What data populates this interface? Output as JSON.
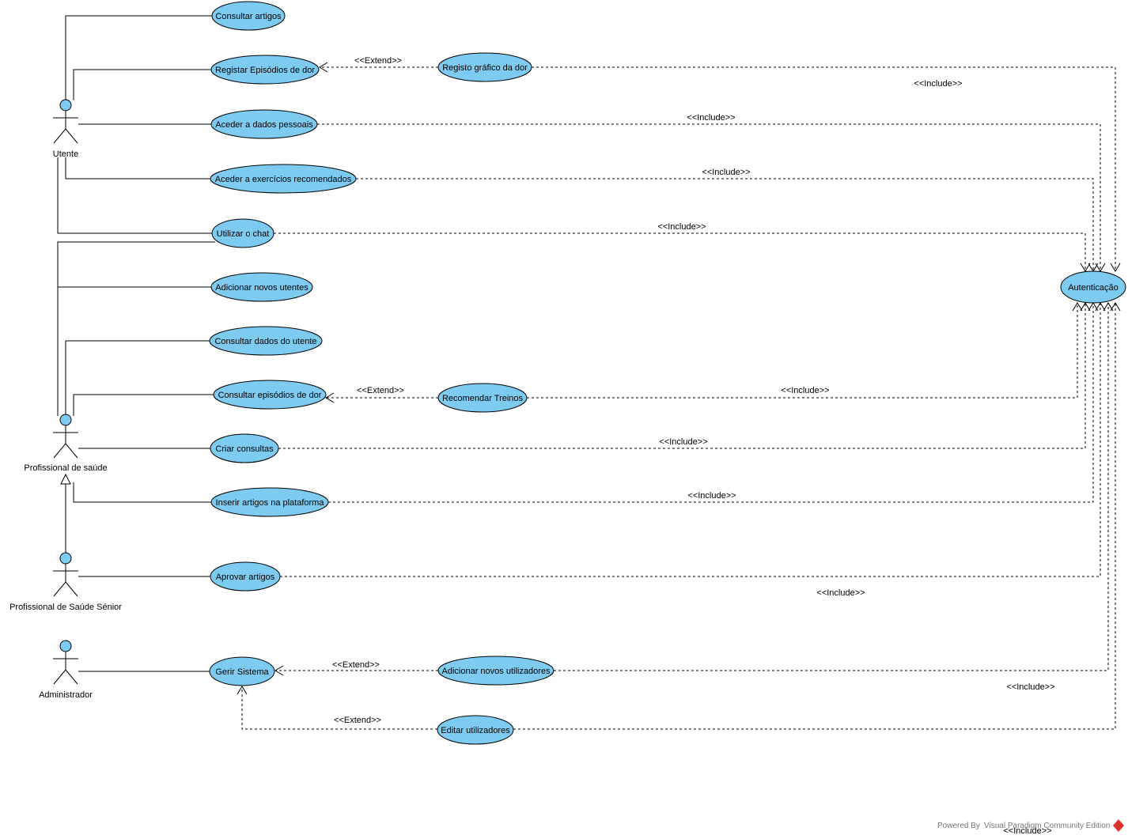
{
  "colors": {
    "usecase_fill": "#7ecbf2",
    "line": "#000000",
    "brand": "#d9332b"
  },
  "actors": [
    {
      "id": "utente",
      "label": "Utente"
    },
    {
      "id": "prof",
      "label": "Profissional de saúde"
    },
    {
      "id": "senior",
      "label": "Profissional de Saúde Sénior"
    },
    {
      "id": "admin",
      "label": "Administrador"
    }
  ],
  "usecases": [
    {
      "id": "consultar_artigos",
      "label": "Consultar artigos"
    },
    {
      "id": "registar_episodios",
      "label": "Registar Episódios de dor"
    },
    {
      "id": "registo_grafico",
      "label": "Registo gráfico da dor"
    },
    {
      "id": "aceder_dados",
      "label": "Aceder a dados pessoais"
    },
    {
      "id": "aceder_exercicios",
      "label": "Aceder a exercícios recomendados"
    },
    {
      "id": "utilizar_chat",
      "label": "Utilizar o chat"
    },
    {
      "id": "adicionar_utentes",
      "label": "Adicionar novos utentes"
    },
    {
      "id": "consultar_dados_utente",
      "label": "Consultar dados do utente"
    },
    {
      "id": "consultar_episodios",
      "label": "Consultar episódios de dor"
    },
    {
      "id": "recomendar_treinos",
      "label": "Recomendar Treinos"
    },
    {
      "id": "criar_consultas",
      "label": "Criar consultas"
    },
    {
      "id": "inserir_artigos",
      "label": "Inserir artigos na plataforma"
    },
    {
      "id": "aprovar_artigos",
      "label": "Aprovar artigos"
    },
    {
      "id": "autenticacao",
      "label": "Autenticação"
    },
    {
      "id": "gerir_sistema",
      "label": "Gerir Sistema"
    },
    {
      "id": "adicionar_utilizadores",
      "label": "Adicionar novos utilizadores"
    },
    {
      "id": "editar_utilizadores",
      "label": "Editar utilizadores"
    }
  ],
  "relations": {
    "extend_label": "<<Extend>>",
    "include_label": "<<Include>>"
  },
  "footer": {
    "powered_by": "Powered By",
    "product": "Visual Paradigm Community Edition"
  }
}
